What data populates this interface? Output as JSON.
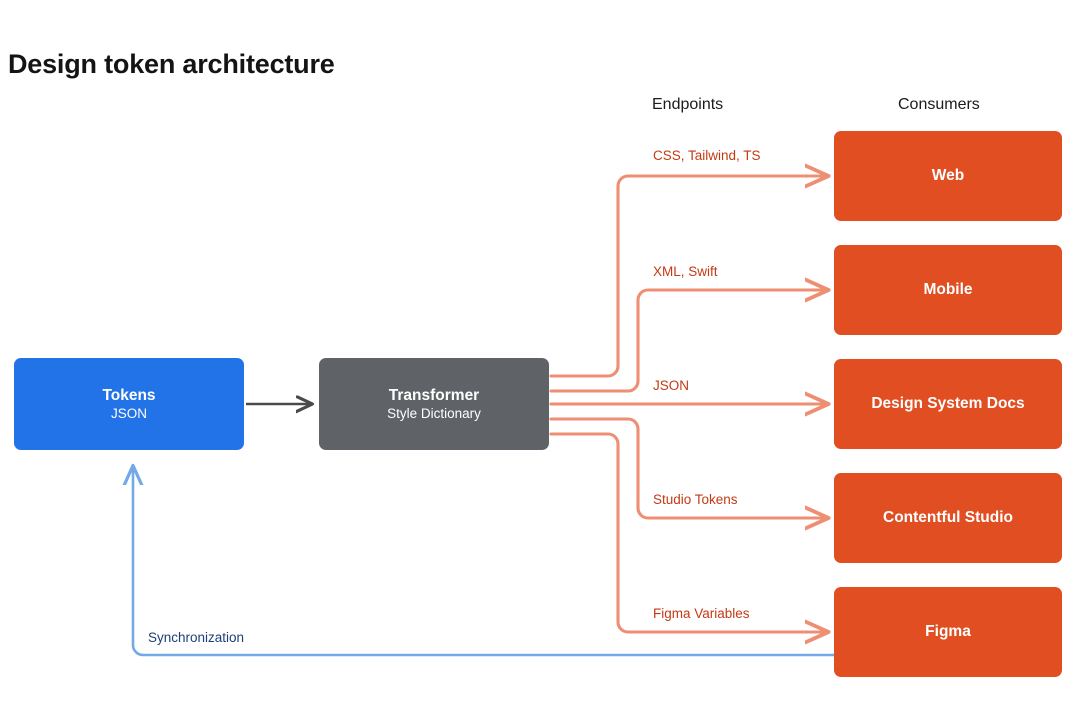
{
  "page": {
    "title": "Design token architecture",
    "background": "#FFFFFF"
  },
  "colors": {
    "source_blue": "#2272E8",
    "transformer_gray": "#5F6368",
    "consumer_orange": "#E04E22",
    "edge_orange": "#EE8E72",
    "edge_label_orange": "#C33A15",
    "edge_blue": "#74A9E8",
    "edge_label_blue": "#1F3E78",
    "edge_dark": "#4A4A4A",
    "title_black": "#141414"
  },
  "columns": {
    "endpoints_header": "Endpoints",
    "consumers_header": "Consumers"
  },
  "nodes": {
    "tokens": {
      "title": "Tokens",
      "subtitle": "JSON",
      "color": "#2272E8"
    },
    "transformer": {
      "title": "Transformer",
      "subtitle": "Style Dictionary",
      "color": "#5F6368"
    },
    "consumers": [
      {
        "label": "Web",
        "color": "#E04E22"
      },
      {
        "label": "Mobile",
        "color": "#E04E22"
      },
      {
        "label": "Design System Docs",
        "color": "#E04E22"
      },
      {
        "label": "Contentful Studio",
        "color": "#E04E22"
      },
      {
        "label": "Figma",
        "color": "#E04E22"
      }
    ]
  },
  "edges": {
    "tokens_to_transformer": {
      "label": "",
      "color": "#4A4A4A"
    },
    "endpoints": [
      {
        "label": "CSS, Tailwind, TS",
        "target": "Web",
        "color": "#EE8E72"
      },
      {
        "label": "XML, Swift",
        "target": "Mobile",
        "color": "#EE8E72"
      },
      {
        "label": "JSON",
        "target": "Design System Docs",
        "color": "#EE8E72"
      },
      {
        "label": "Studio Tokens",
        "target": "Contentful Studio",
        "color": "#EE8E72"
      },
      {
        "label": "Figma Variables",
        "target": "Figma",
        "color": "#EE8E72"
      }
    ],
    "feedback": {
      "label": "Synchronization",
      "from": "Figma",
      "to": "Tokens",
      "color": "#74A9E8"
    }
  }
}
